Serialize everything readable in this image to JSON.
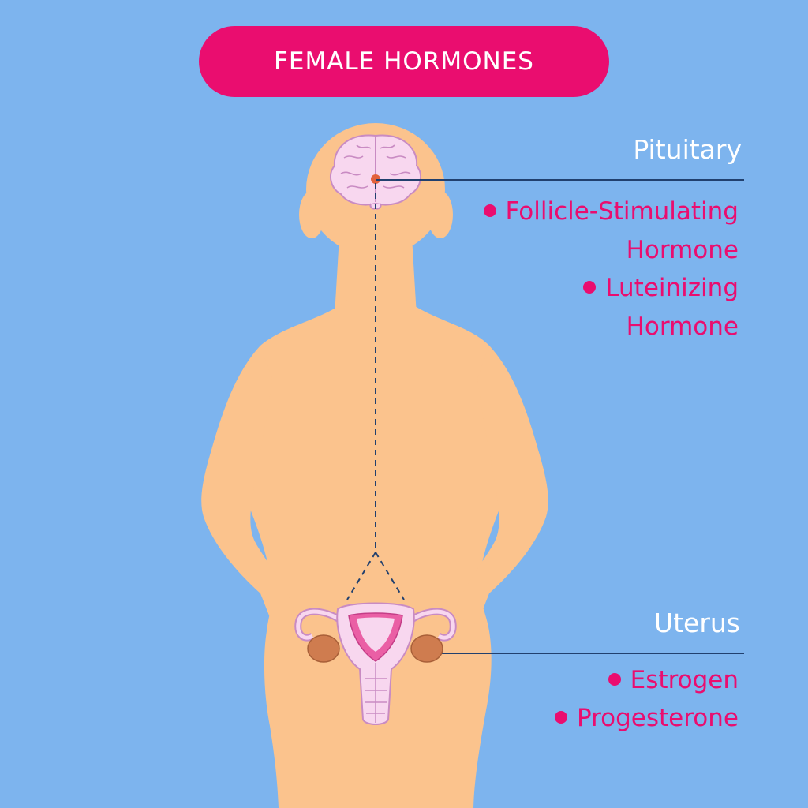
{
  "title": "FEMALE HORMONES",
  "colors": {
    "background": "#7db4ee",
    "accent": "#ea0d6f",
    "skin": "#fbc38d",
    "organ_pink": "#f8d7ef",
    "organ_outline": "#c98bc3",
    "ovary": "#cf7c4f",
    "leader_line": "#21406e"
  },
  "pituitary": {
    "label": "Pituitary",
    "hormones": [
      {
        "line1": "Follicle-Stimulating",
        "line2": "Hormone"
      },
      {
        "line1": "Luteinizing",
        "line2": "Hormone"
      }
    ]
  },
  "uterus": {
    "label": "Uterus",
    "hormones": [
      {
        "line1": "Estrogen"
      },
      {
        "line1": "Progesterone"
      }
    ]
  }
}
